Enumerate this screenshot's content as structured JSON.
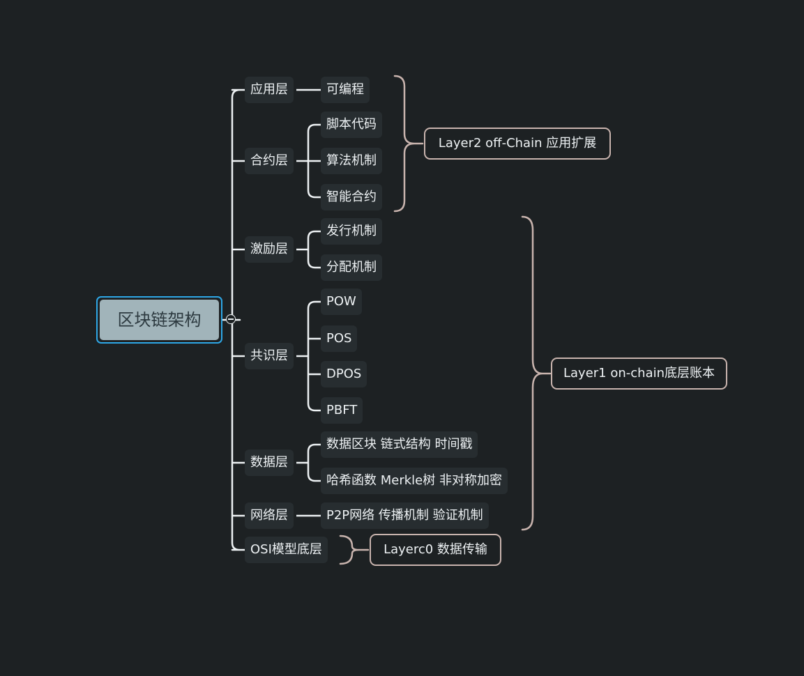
{
  "root": {
    "label": "区块链架构"
  },
  "layers": [
    {
      "label": "应用层",
      "children": [
        "可编程"
      ]
    },
    {
      "label": "合约层",
      "children": [
        "脚本代码",
        "算法机制",
        "智能合约"
      ]
    },
    {
      "label": "激励层",
      "children": [
        "发行机制",
        "分配机制"
      ]
    },
    {
      "label": "共识层",
      "children": [
        "POW",
        "POS",
        "DPOS",
        "PBFT"
      ]
    },
    {
      "label": "数据层",
      "children": [
        "数据区块 链式结构 时间戳",
        "哈希函数 Merkle树 非对称加密"
      ]
    },
    {
      "label": "网络层",
      "children": [
        "P2P网络 传播机制 验证机制"
      ]
    },
    {
      "label": "OSI模型底层",
      "children": []
    }
  ],
  "summaries": [
    {
      "label": "Layer2 off-Chain 应用扩展"
    },
    {
      "label": "Layer1 on-chain底层账本"
    },
    {
      "label": "Layerc0 数据传输"
    }
  ],
  "colors": {
    "background": "#1d2123",
    "node_fill": "#272d30",
    "root_fill": "#a1b4ba",
    "root_border": "#2ea7e6",
    "connector": "#eef2f4",
    "summary_border": "#c9b4ae"
  }
}
